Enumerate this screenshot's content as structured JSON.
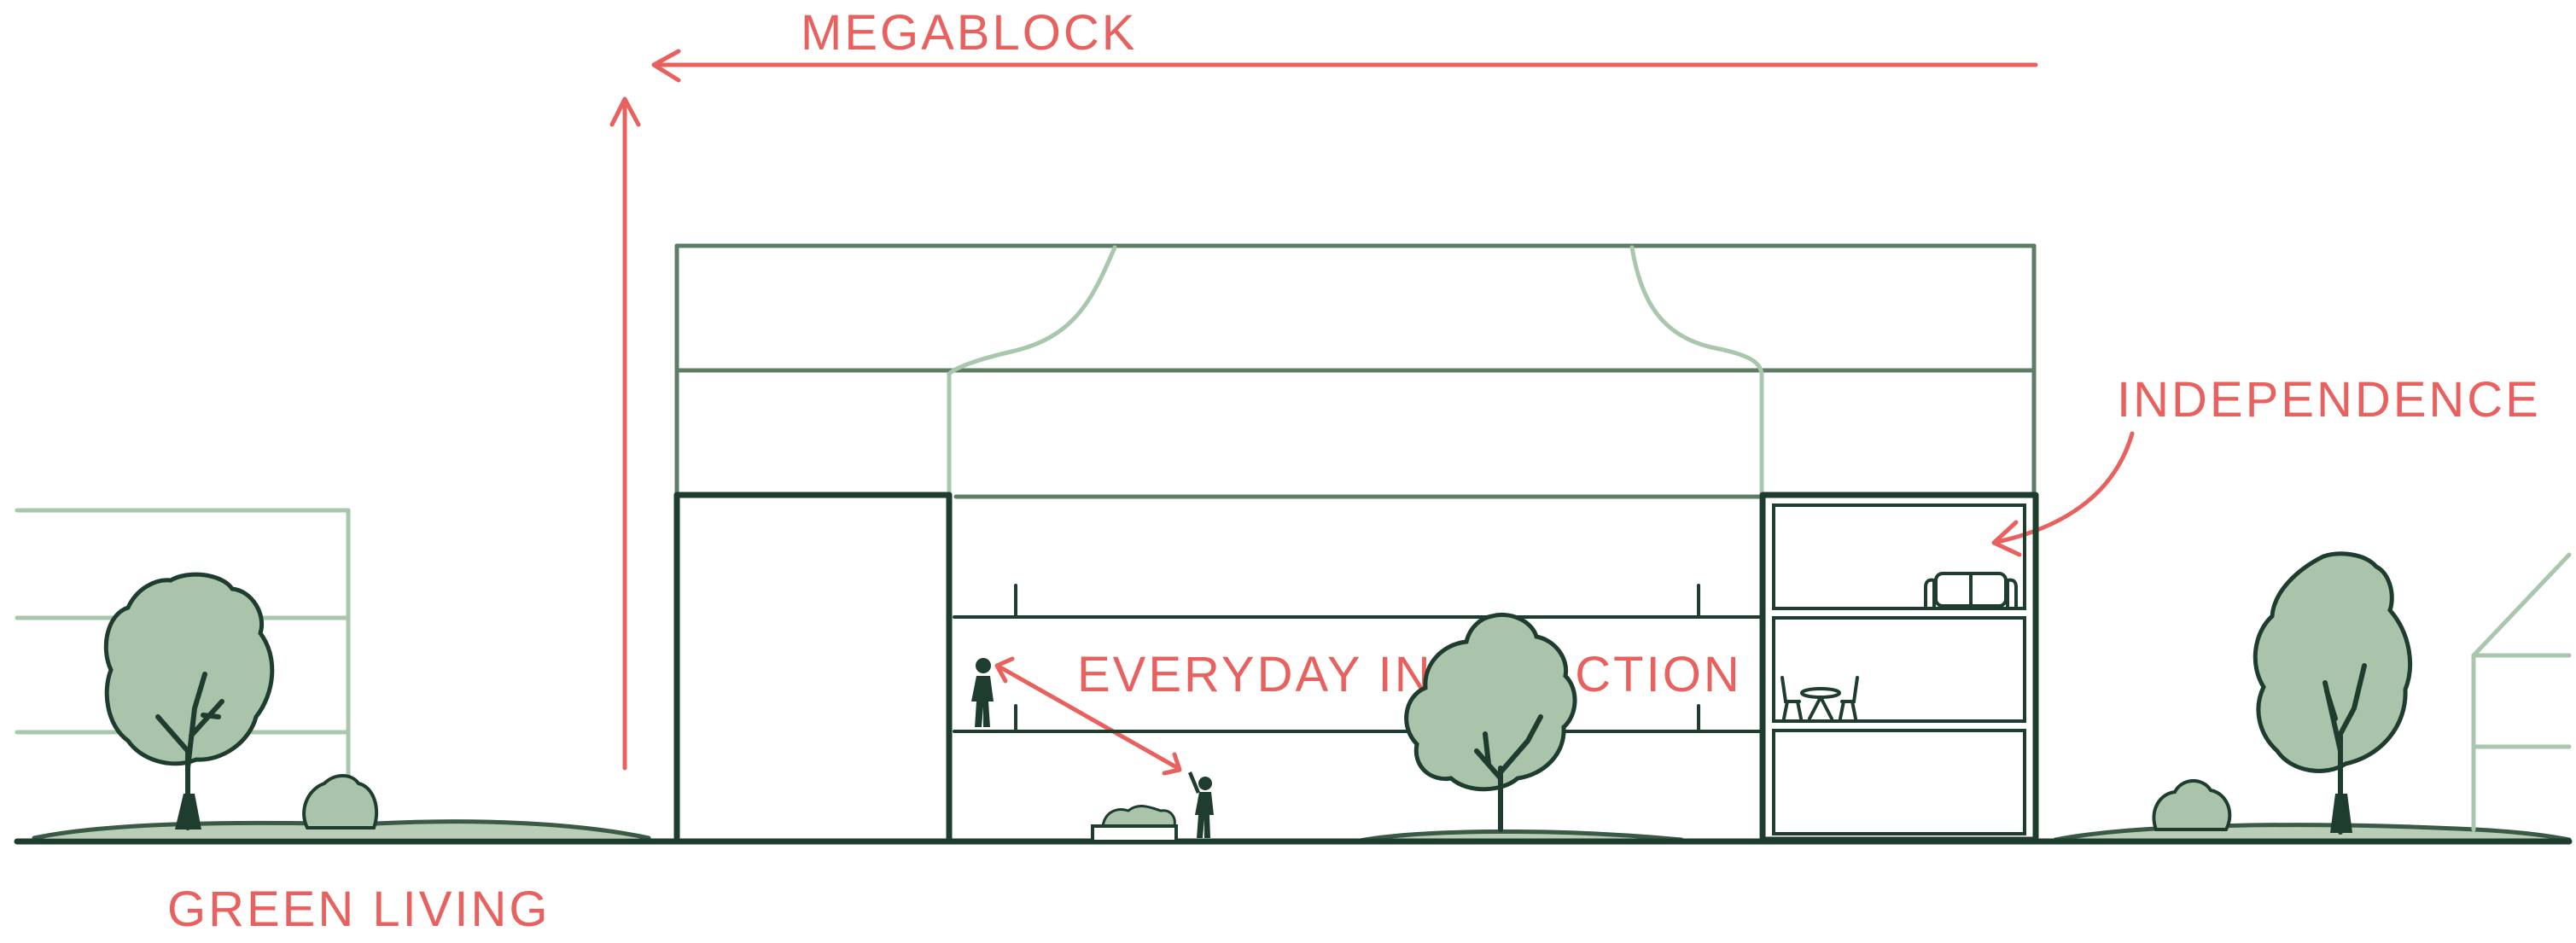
{
  "labels": {
    "megablock": "MEGABLOCK",
    "independence": "INDEPENDENCE",
    "everyday_interaction": "EVERYDAY INTERACTION",
    "green_living": "GREEN LIVING"
  },
  "colors": {
    "accent_red": "#e8615f",
    "dark_green": "#1f3d2f",
    "mid_green": "#5f7d65",
    "light_green": "#a9c7ad",
    "tree_fill": "#a9c4aa",
    "ground_fill": "#b9cdb9"
  },
  "icons": [
    "tree-icon",
    "bush-icon",
    "person-icon",
    "sofa-icon",
    "table-chairs-icon",
    "planter-icon"
  ]
}
